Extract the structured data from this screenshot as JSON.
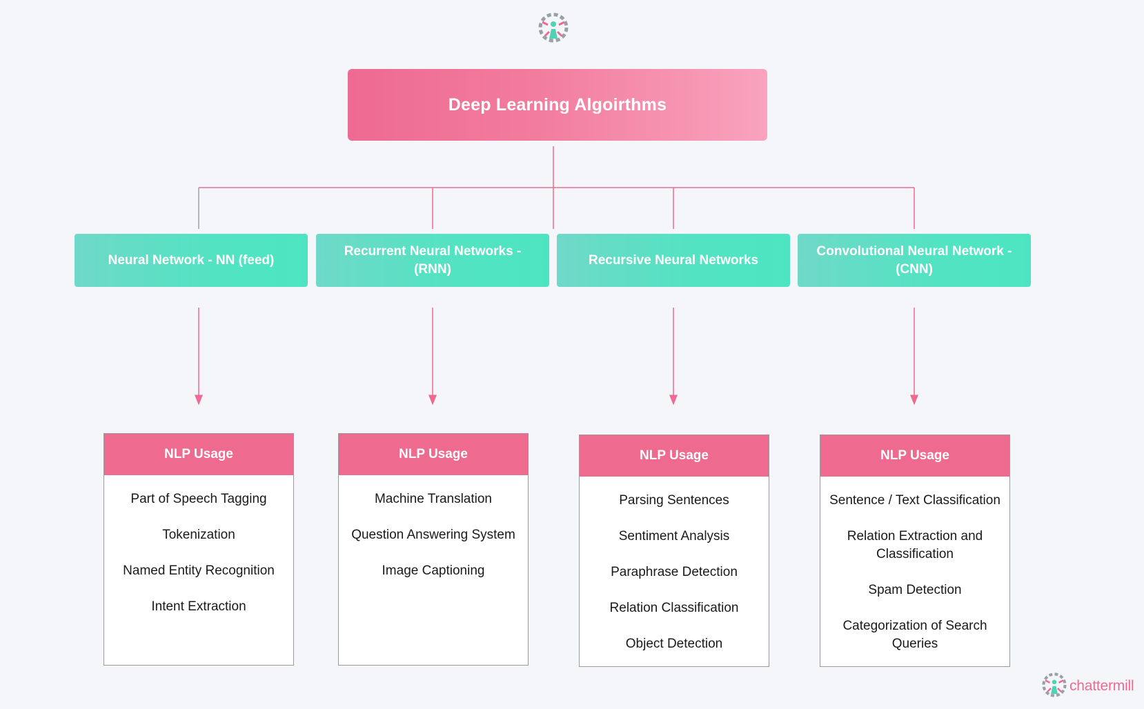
{
  "root": {
    "label": "Deep Learning Algoirthms"
  },
  "columns": [
    {
      "algorithm": "Neural Network - NN (feed)",
      "usage": {
        "header": "NLP Usage",
        "items": [
          "Part of Speech Tagging",
          "Tokenization",
          "Named Entity Recognition",
          "Intent Extraction"
        ]
      }
    },
    {
      "algorithm": "Recurrent Neural Networks - (RNN)",
      "usage": {
        "header": "NLP Usage",
        "items": [
          "Machine Translation",
          "Question Answering System",
          "Image Captioning"
        ]
      }
    },
    {
      "algorithm": "Recursive Neural Networks",
      "usage": {
        "header": "NLP Usage",
        "items": [
          "Parsing Sentences",
          "Sentiment Analysis",
          "Paraphrase Detection",
          "Relation Classification",
          "Object Detection"
        ]
      }
    },
    {
      "algorithm": "Convolutional Neural Network - (CNN)",
      "usage": {
        "header": "NLP Usage",
        "items": [
          "Sentence / Text Classification",
          "Relation Extraction and Classification",
          "Spam Detection",
          "Categorization of Search Queries"
        ]
      }
    }
  ],
  "brand": {
    "name": "chattermill"
  },
  "icons": {
    "top_logo": "chattermill-logo-icon",
    "brand_logo": "chattermill-logo-icon"
  },
  "colors": {
    "root_gradient": [
      "#ee6a92",
      "#f9a3be"
    ],
    "algo_gradient": [
      "#6fd9c8",
      "#4de5c1"
    ],
    "usage_header": "#ee6a8f",
    "connector": "#ee6a8f",
    "background": "#f5f6fa"
  }
}
